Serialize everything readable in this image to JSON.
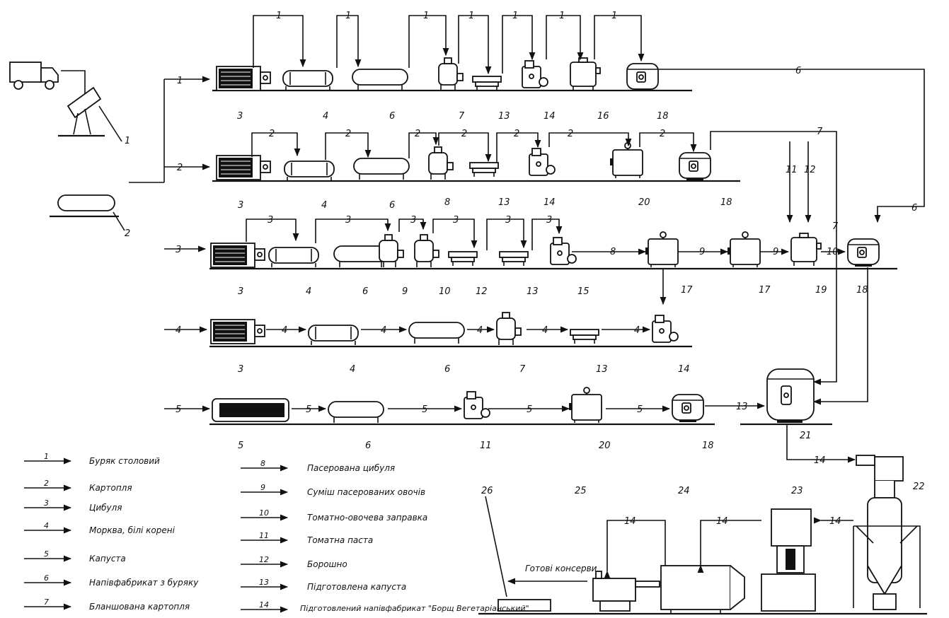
{
  "equipment_numbers": [
    "1",
    "2",
    "3",
    "4",
    "5",
    "6",
    "7",
    "8",
    "9",
    "10",
    "11",
    "12",
    "13",
    "14",
    "15",
    "16",
    "17",
    "18",
    "19",
    "20",
    "21",
    "22",
    "23",
    "24",
    "25",
    "26"
  ],
  "flow_labels": [
    "1",
    "2",
    "3",
    "4",
    "5",
    "6",
    "7",
    "8",
    "9",
    "10",
    "11",
    "12",
    "13",
    "14"
  ],
  "legend": [
    {
      "code": "1",
      "label": "Буряк столовий"
    },
    {
      "code": "2",
      "label": "Картопля"
    },
    {
      "code": "3",
      "label": "Цибуля"
    },
    {
      "code": "4",
      "label": "Морква, білі корені"
    },
    {
      "code": "5",
      "label": "Капуста"
    },
    {
      "code": "6",
      "label": "Напівфабрикат з буряку"
    },
    {
      "code": "7",
      "label": "Бланшована картопля"
    },
    {
      "code": "8",
      "label": "Пасерована цибуля"
    },
    {
      "code": "9",
      "label": "Суміш пасерованих овочів"
    },
    {
      "code": "10",
      "label": "Томатно-овочева заправка"
    },
    {
      "code": "11",
      "label": "Томатна паста"
    },
    {
      "code": "12",
      "label": "Борошно"
    },
    {
      "code": "13",
      "label": "Підготовлена капуста"
    },
    {
      "code": "14",
      "label": "Підготовлений напівфабрикат \"Борщ Вегетаріанський\""
    }
  ],
  "product_label": "Готові консерви"
}
